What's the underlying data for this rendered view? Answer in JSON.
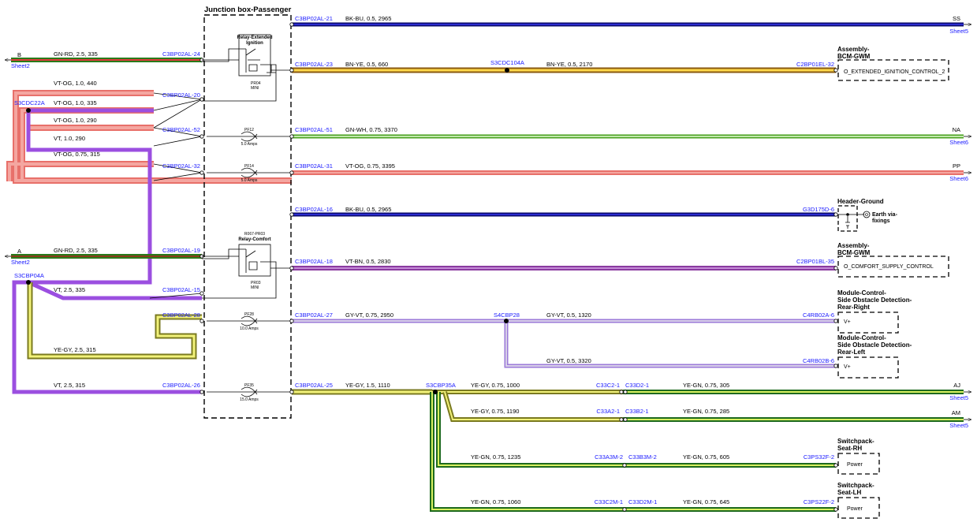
{
  "junction_box": {
    "title": "Junction box-Passenger",
    "relay_ext": {
      "title_line1": "Relay-Extended",
      "title_line2": "Ignition",
      "code": "PR04",
      "size": "MINI"
    },
    "relay_comfort": {
      "title_top": "R067-PR03",
      "title": "Relay-Comfort",
      "code": "PR03",
      "size": "MINI"
    },
    "fuses": [
      {
        "id": "PF12",
        "rating": "5.0 Amps"
      },
      {
        "id": "PF14",
        "rating": "5.0 Amps"
      },
      {
        "id": "PF28",
        "rating": "10.0 Amps"
      },
      {
        "id": "PF35",
        "rating": "15.0 Amps"
      }
    ]
  },
  "pins": {
    "p21": "C3BP02AL-21",
    "p24": "C3BP02AL-24",
    "p23": "C3BP02AL-23",
    "p20": "C3BP02AL-20",
    "p52": "C3BP02AL-52",
    "p51": "C3BP02AL-51",
    "p32": "C3BP02AL-32",
    "p31": "C3BP02AL-31",
    "p16": "C3BP02AL-16",
    "p19": "C3BP02AL-19",
    "p18": "C3BP02AL-18",
    "p15": "C3BP02AL-15",
    "p28": "C3BP02AL-28",
    "p27": "C3BP02AL-27",
    "p26": "C3BP02AL-26",
    "p25": "C3BP02AL-25"
  },
  "wires": {
    "w21": "BK-BU,  0.5,  2965",
    "w24": "GN-RD,  2.5,  335",
    "w23a": "BN-YE,  0.5,  660",
    "w23b": "BN-YE,  0.5,  2170",
    "vt440": "VT-OG,  1.0,  440",
    "vt335": "VT-OG,  1.0,  335",
    "vt290": "VT-OG,  1.0,  290",
    "vt1_290": "VT,  1.0,  290",
    "vt315": "VT-OG,  0.75,  315",
    "w51": "GN-WH,  0.75,  3370",
    "w31": "VT-OG,  0.75,  3395",
    "w16": "BK-BU,  0.5,  2965",
    "w19": "GN-RD,  2.5,  335",
    "w18": "VT-BN,  0.5,  2830",
    "w15": "VT,  2.5,  335",
    "ye315": "YE-GY,  2.5,  315",
    "w27": "GY-VT,  0.75,  2950",
    "gy1320": "GY-VT,  0.5,  1320",
    "gy3320": "GY-VT,  0.5,  3320",
    "w26": "VT,  2.5,  315",
    "w25": "YE-GY,  1.5,  1110",
    "ye1000": "YE-GY,  0.75,  1000",
    "gn305": "YE-GN,  0.75,  305",
    "ye1190": "YE-GY,  0.75,  1190",
    "gn285": "YE-GN,  0.75,  285",
    "gn1235": "YE-GN,  0.75,  1235",
    "gn605": "YE-GN,  0.75,  605",
    "gn1060": "YE-GN,  0.75,  1060",
    "gn645": "YE-GN,  0.75,  645"
  },
  "splices": {
    "s1": "S3CDC104A",
    "s2": "S3CDC22A",
    "s3": "S3CBP04A",
    "s4": "S4CBP28",
    "s5": "S3CBP35A"
  },
  "connectors": {
    "c2bp32": "C2BP01EL-32",
    "g3d": "G3D175D-6",
    "c2bp35": "C2BP01BL-35",
    "c4rb6": "C4RB02A-6",
    "c4rb8": "C4RB02B-6",
    "c33c2_1": "C33C2-1",
    "c33d2_1": "C33D2-1",
    "c33a2_1": "C33A2-1",
    "c33b2_1": "C33B2-1",
    "c33a3m2": "C33A3M-2",
    "c33b3m2": "C33B3M-2",
    "c3ps32": "C3PS32F-2",
    "c33c2m1": "C33C2M-1",
    "c33d2m1": "C33D2M-1",
    "c3ps22": "C3PS22F-2"
  },
  "offsheet": {
    "B": {
      "letter": "B",
      "sheet": "Sheet2"
    },
    "A": {
      "letter": "A",
      "sheet": "Sheet2"
    },
    "SS": {
      "letter": "SS",
      "sheet": "Sheet5"
    },
    "NA": {
      "letter": "NA",
      "sheet": "Sheet6"
    },
    "PP": {
      "letter": "PP",
      "sheet": "Sheet6"
    },
    "AJ": {
      "letter": "AJ",
      "sheet": "Sheet5"
    },
    "AM": {
      "letter": "AM",
      "sheet": "Sheet5"
    }
  },
  "components": {
    "bcm1": {
      "title1": "Assembly-",
      "title2": "BCM-GWM",
      "text": "O_EXTENDED_IGNITION_CONTROL_2"
    },
    "ground": {
      "title": "Header-Ground",
      "text1": "Earth via-",
      "text2": "fixings"
    },
    "bcm2": {
      "title1": "Assembly-",
      "title2": "BCM-GWM",
      "text": "O_COMFORT_SUPPLY_CONTROL"
    },
    "sod_rr": {
      "title1": "Module-Control-",
      "title2": "Side Obstacle Detection-",
      "title3": "Rear-Right",
      "text": "V+"
    },
    "sod_rl": {
      "title1": "Module-Control-",
      "title2": "Side Obstacle Detection-",
      "title3": "Rear-Left",
      "text": "V+"
    },
    "seat_rh": {
      "title1": "Switchpack-",
      "title2": "Seat-RH",
      "text": "Power"
    },
    "seat_lh": {
      "title1": "Switchpack-",
      "title2": "Seat-LH",
      "text": "Power"
    }
  }
}
